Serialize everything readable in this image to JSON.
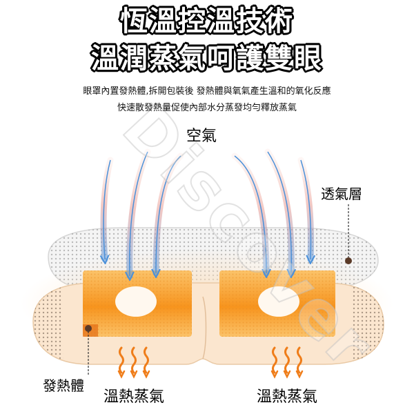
{
  "headline": {
    "line1": "恆溫控溫技術",
    "line2": "溫潤蒸氣呵護雙眼"
  },
  "description": {
    "line1": "眼罩內置發熱體,拆開包裝後 發熱體與氧氣產生溫和的氧化反應",
    "line2": "快速散發熱量促使內部水分蒸發均勻釋放蒸氣"
  },
  "diagram": {
    "air_label": "空氣",
    "breathable_layer_label": "透氣層",
    "heating_body_label": "發熱體",
    "steam_left_label": "溫熱蒸氣",
    "steam_right_label": "溫熱蒸氣"
  },
  "watermark": "Discover",
  "colors": {
    "heat_core": "#f7941d",
    "heat_glow": "#fcd9b0",
    "arrow_blue": "#4a90d9",
    "arrow_red": "#e8806a",
    "steam_orange": "#ef7d1a",
    "marker_dot": "#5a3a28"
  }
}
